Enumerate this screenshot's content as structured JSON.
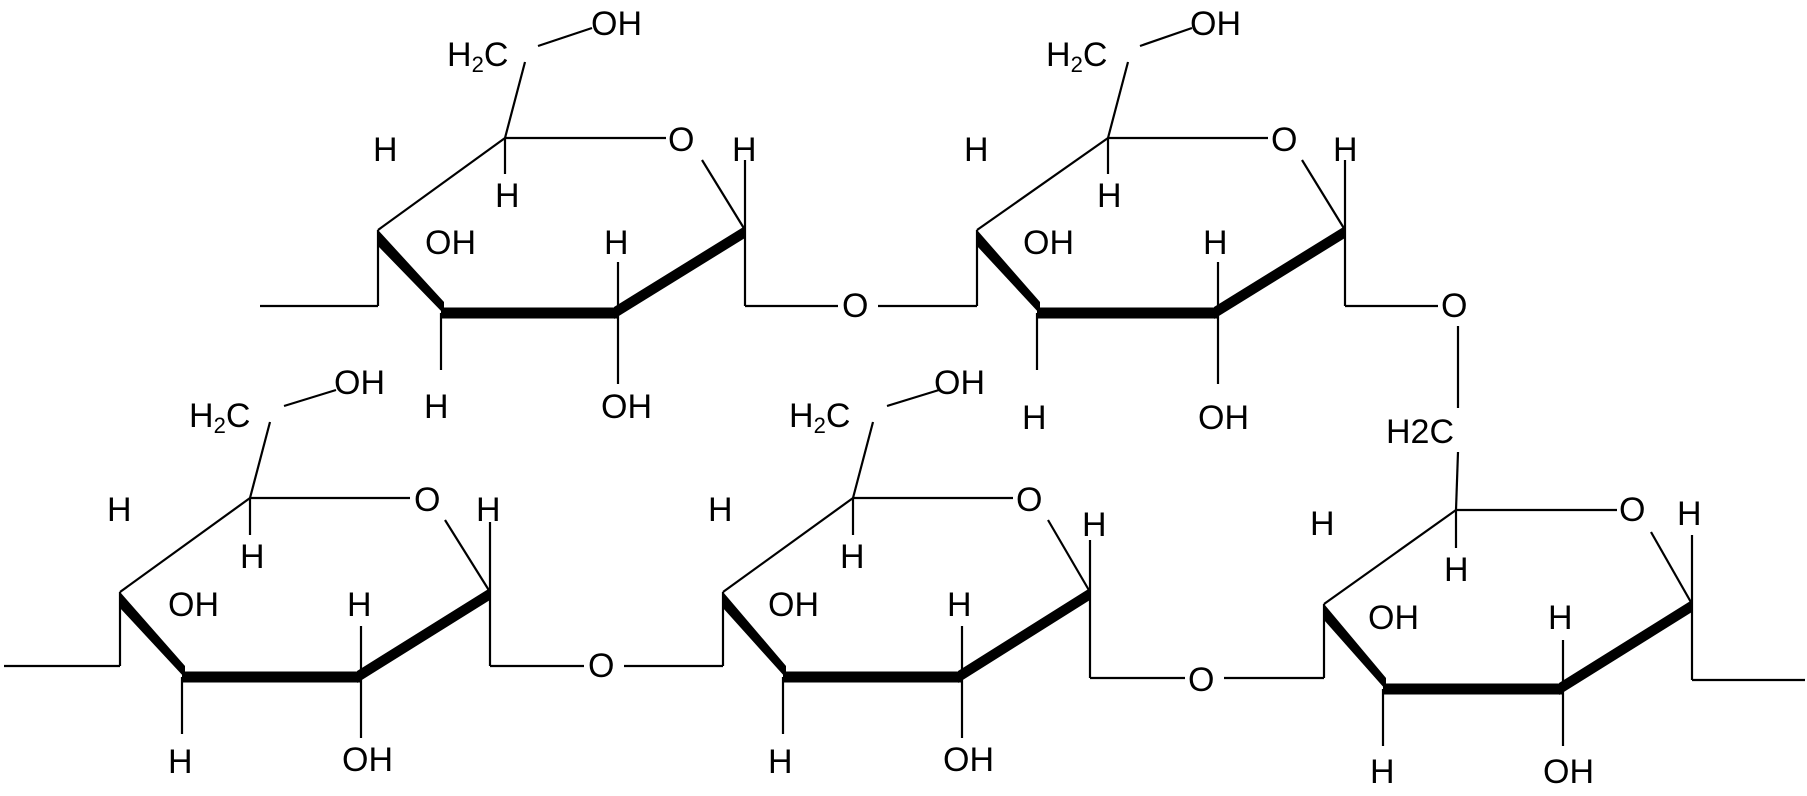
{
  "structure": {
    "atom_labels": {
      "hydroxyl": "OH",
      "hydrogen": "H",
      "ring_oxygen": "O",
      "bridge_oxygen": "O",
      "methylene": "H",
      "methylene_subscript": "2",
      "methylene_carbon": "C",
      "methylene_plain": "H2C"
    }
  }
}
